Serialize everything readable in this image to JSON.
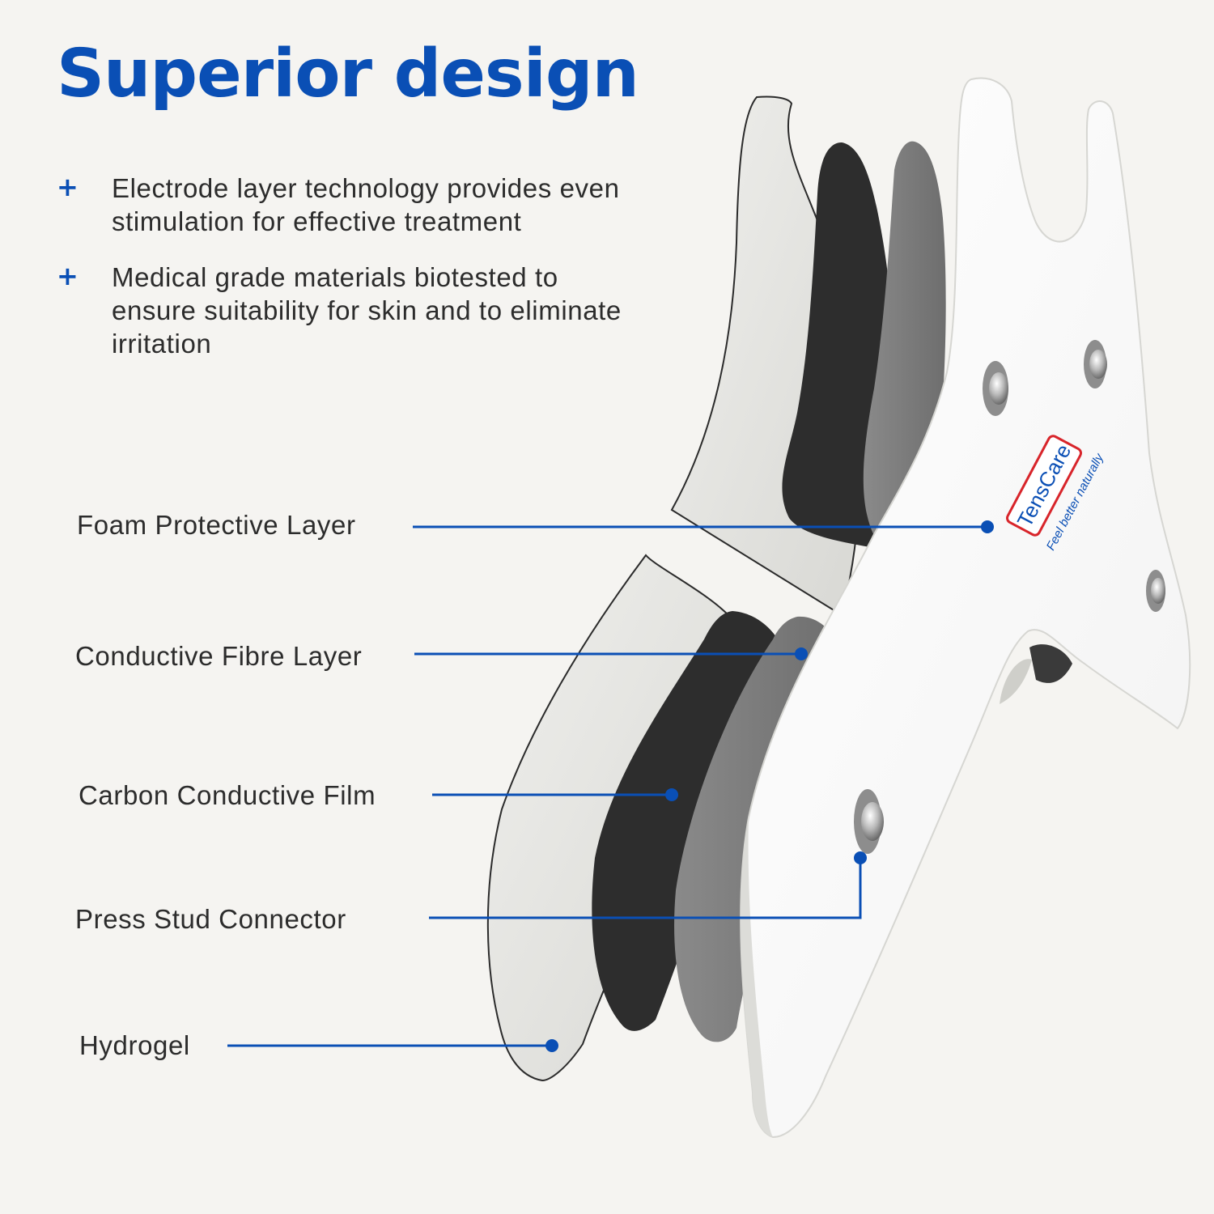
{
  "title": "Superior design",
  "bullets": [
    "Electrode layer technology provides even stimulation for effective treatment",
    "Medical grade materials biotested to ensure suitability for skin and to eliminate irritation"
  ],
  "bullet_icon": "plus-icon",
  "callouts": [
    {
      "label": "Foam Protective Layer"
    },
    {
      "label": "Conductive Fibre Layer"
    },
    {
      "label": "Carbon Conductive Film"
    },
    {
      "label": "Press Stud Connector"
    },
    {
      "label": "Hydrogel"
    }
  ],
  "brand": {
    "logo": "TensCare",
    "tagline": "Feel better naturally"
  },
  "colors": {
    "accent": "#0a4fb5",
    "background": "#f5f4f1",
    "text": "#2c2c2c",
    "logo_red": "#d8252b"
  }
}
